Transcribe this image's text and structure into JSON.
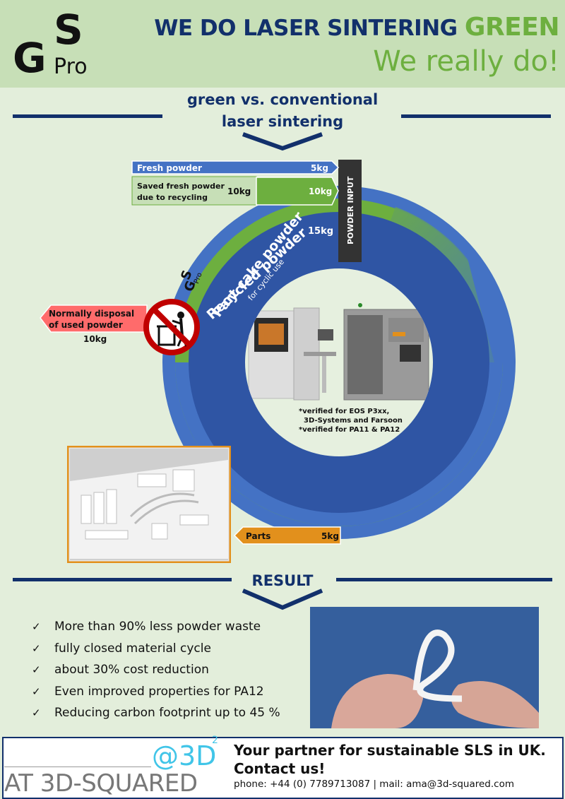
{
  "header": {
    "logo_g": "G",
    "logo_s": "S",
    "logo_pro": "Pro",
    "headline": "WE DO LASER SINTERING",
    "headline_green": "GREEN",
    "tagline": "We really do!"
  },
  "cycle": {
    "subtitle_line1": "green vs. conventional",
    "subtitle_line2": "laser sintering",
    "fresh_powder_label": "Fresh powder",
    "fresh_powder_value": "5kg",
    "saved_label_line1": "Saved fresh powder",
    "saved_label_line2": "due to recycling",
    "saved_value": "10kg",
    "recycled_value": "10kg",
    "recycled_label": "Recycled powder",
    "part_cake_label": "Part cake powder",
    "part_cake_sub": "for cyclic use",
    "part_cake_value": "15kg",
    "powder_input_label": "POWDER INPUT",
    "disposal_line1": "Normally disposal",
    "disposal_line2": "of used powder",
    "disposal_value": "10kg",
    "verified_1": "*verified for EOS P3xx,",
    "verified_2": "3D-Systems and Farsoon",
    "verified_3": "*verified for PA11 & PA12",
    "parts_label": "Parts",
    "parts_value": "5kg",
    "ring_logo_g": "G",
    "ring_logo_s": "S",
    "ring_logo_pro": "Pro"
  },
  "result": {
    "title": "RESULT",
    "benefits": [
      "More than 90% less powder waste",
      "fully closed material cycle",
      "about 30% cost reduction",
      "Even improved properties for PA12",
      "Reducing carbon footprint up to 45 %"
    ]
  },
  "footer": {
    "brand_at": "@3D",
    "brand_sup": "2",
    "brand_name": "AT 3D-SQUARED",
    "partner": "Your partner for sustainable SLS in UK.",
    "contact": "Contact us!",
    "contact_line": "phone: +44 (0) 7789713087   |  mail: ama@3d-squared.com"
  },
  "colors": {
    "navy": "#12306b",
    "green": "#6daf3f",
    "blue": "#4472c4",
    "dark_blue": "#2f55a4",
    "orange": "#e2901c",
    "red": "#ff6b6b",
    "cyan": "#41c5e8"
  }
}
